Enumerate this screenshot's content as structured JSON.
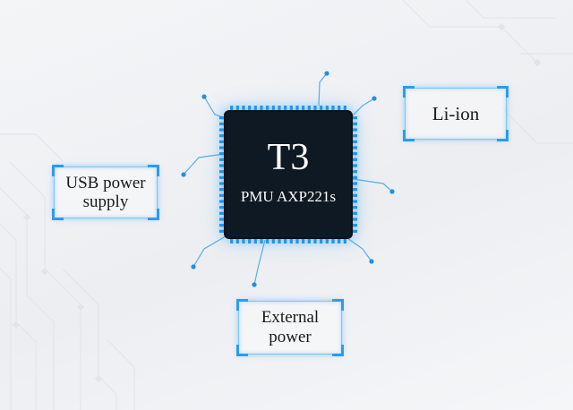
{
  "chip": {
    "title": "T3",
    "subtitle": "PMU AXP221s"
  },
  "labels": {
    "li_ion": "Li-ion",
    "usb_line1": "USB power",
    "usb_line2": "supply",
    "external_line1": "External",
    "external_line2": "power"
  },
  "colors": {
    "accent": "#2d9bf0",
    "glow": "#7cc8f7",
    "chip_body": "#0f1923",
    "pin": "#1a93ea",
    "background": "#f1f2f4"
  }
}
